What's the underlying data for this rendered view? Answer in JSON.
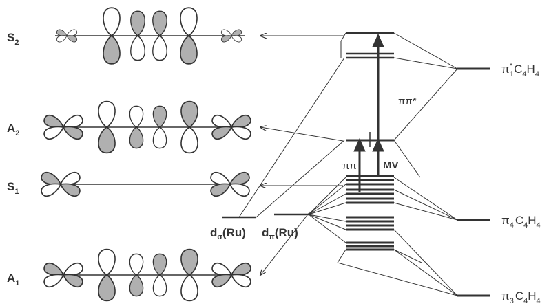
{
  "states": [
    {
      "id": "S2",
      "main": "S",
      "sub": "2"
    },
    {
      "id": "A2",
      "main": "A",
      "sub": "2"
    },
    {
      "id": "S1",
      "main": "S",
      "sub": "1"
    },
    {
      "id": "A1",
      "main": "A",
      "sub": "1"
    }
  ],
  "transitions": {
    "pipi_star": "ππ*",
    "pipi": "ππ",
    "mv": "MV"
  },
  "metal_labels": {
    "d_sigma": {
      "d": "d",
      "sym": "σ",
      "rest": "(Ru)"
    },
    "d_pi": {
      "d": "d",
      "sym": "π",
      "rest": "(Ru)"
    }
  },
  "fragment_levels": [
    {
      "id": "pi1_star",
      "pi": "π",
      "sub": "1",
      "sup": "*",
      "frag": "C",
      "n1": "4",
      "h": "H",
      "n2": "4"
    },
    {
      "id": "pi4",
      "pi": "π",
      "sub": "4",
      "sup": "",
      "frag": "C",
      "n1": "4",
      "h": "H",
      "n2": "4"
    },
    {
      "id": "pi3",
      "pi": "π",
      "sub": "3",
      "sup": "",
      "frag": "C",
      "n1": "4",
      "h": "H",
      "n2": "4"
    }
  ],
  "colors": {
    "line": "#333333",
    "lobe_fill": "#b0b0b0",
    "lobe_empty": "#ffffff"
  }
}
